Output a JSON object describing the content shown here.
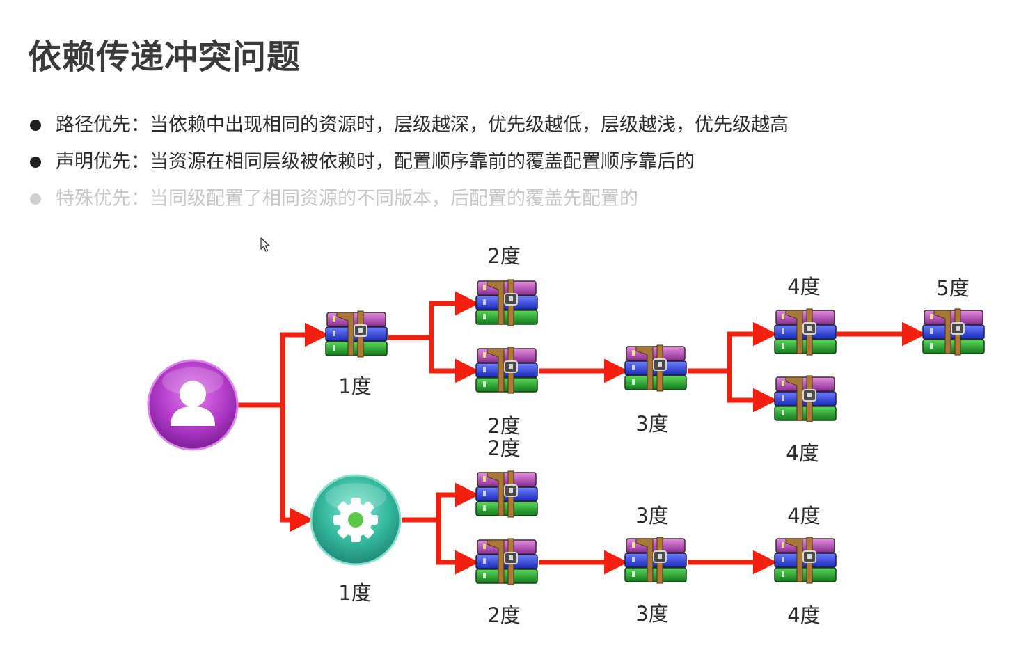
{
  "slide": {
    "title": "依赖传递冲突问题",
    "bullets": [
      {
        "text": "路径优先：当依赖中出现相同的资源时，层级越深，优先级越低，层级越浅，优先级越高",
        "dimmed": false
      },
      {
        "text": "声明优先：当资源在相同层级被依赖时，配置顺序靠前的覆盖配置顺序靠后的",
        "dimmed": false
      },
      {
        "text": "特殊优先：当同级配置了相同资源的不同版本，后配置的覆盖先配置的",
        "dimmed": true
      }
    ]
  },
  "diagram": {
    "arrow_color": "#f2200f",
    "user_node": {
      "icon": "user-icon",
      "color": "#c040d0"
    },
    "project_node": {
      "icon": "gear-icon",
      "color": "#3cc0a6"
    },
    "archive_icon": "archive-stack-icon",
    "labels": {
      "top_b1": "1度",
      "top_c1": "2度",
      "top_c2": "2度",
      "top_d": "3度",
      "top_e1": "4度",
      "top_e2": "4度",
      "top_f": "5度",
      "bot_b": "1度",
      "bot_c1": "2度",
      "bot_c2": "2度",
      "bot_d": "3度",
      "bot_e": "4度"
    }
  }
}
